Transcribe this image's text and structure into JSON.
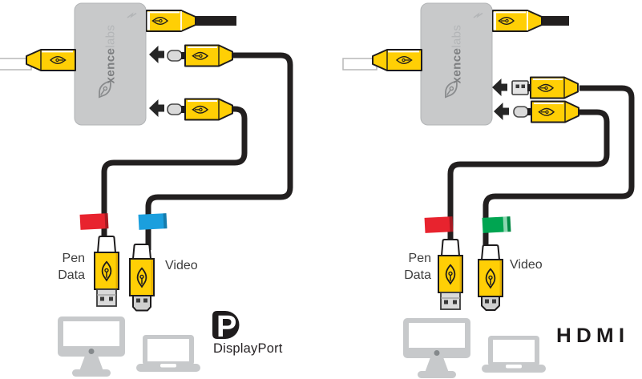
{
  "colors": {
    "brand_yellow": "#FFCF05",
    "hub_gray": "#C8C9CA",
    "cable_black": "#221F1F",
    "white_cable": "#FFFFFF",
    "pen_data_band_red": "#E8232E",
    "displayport_video_band_blue": "#1B9FDE",
    "hdmi_video_band_green": "#00A551",
    "computer_gray": "#C7C9CB"
  },
  "icons": {
    "pen_nib": "xencelabs pen-nib mark",
    "thunderbolt": "thunderbolt port squiggle",
    "arrow_left": "plug-in direction arrow",
    "displayport_logo": "D with white P monogram"
  },
  "diagrams": [
    {
      "standard": "DisplayPort",
      "brand_bold": "xence",
      "brand_light": "labs",
      "pen_label_line1": "Pen",
      "pen_label_line2": "Data",
      "video_label": "Video",
      "pen_band_color": "#E8232E",
      "video_band_color": "#1B9FDE",
      "logo_letter": "P"
    },
    {
      "standard": "HDMI",
      "brand_bold": "xence",
      "brand_light": "labs",
      "pen_label_line1": "Pen",
      "pen_label_line2": "Data",
      "video_label": "Video",
      "pen_band_color": "#E8232E",
      "video_band_color": "#00A551"
    }
  ]
}
